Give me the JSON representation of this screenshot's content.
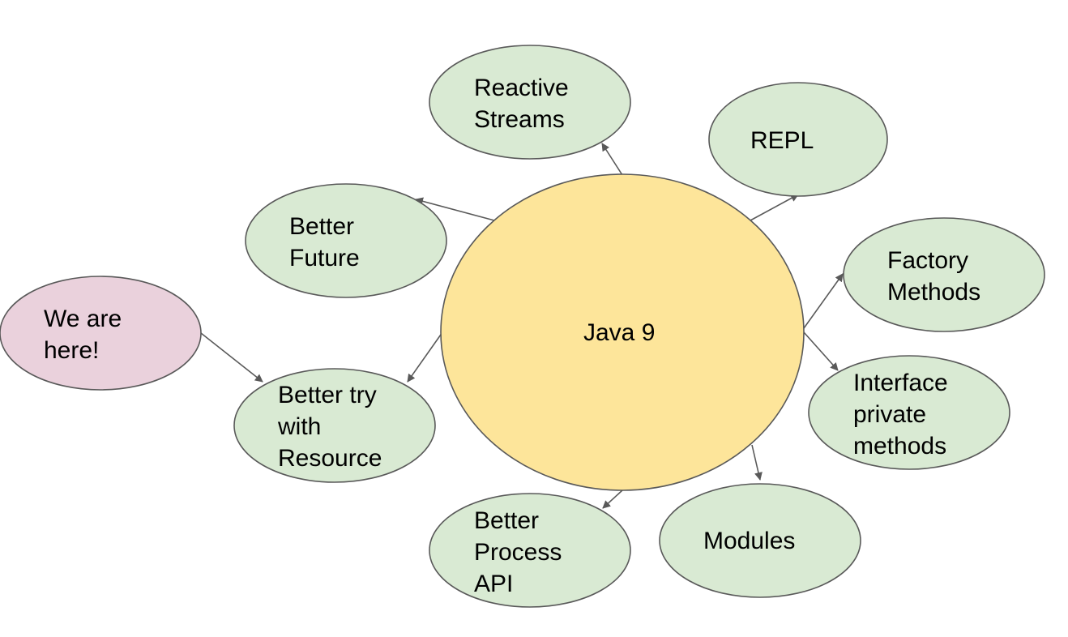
{
  "diagram": {
    "center": {
      "id": "java9",
      "lines": [
        "Java 9"
      ],
      "color": "#fde59a"
    },
    "nodes": [
      {
        "id": "reactive",
        "lines": [
          "Reactive",
          "Streams"
        ],
        "color": "#d9ead3"
      },
      {
        "id": "repl",
        "lines": [
          "REPL"
        ],
        "color": "#d9ead3"
      },
      {
        "id": "future",
        "lines": [
          "Better",
          "Future"
        ],
        "color": "#d9ead3"
      },
      {
        "id": "factory",
        "lines": [
          "Factory",
          "Methods"
        ],
        "color": "#d9ead3"
      },
      {
        "id": "here",
        "lines": [
          "We are",
          "here!"
        ],
        "color": "#ead1dc"
      },
      {
        "id": "trywith",
        "lines": [
          "Better try",
          "with",
          "Resource"
        ],
        "color": "#d9ead3"
      },
      {
        "id": "interface",
        "lines": [
          "Interface",
          "private",
          "methods"
        ],
        "color": "#d9ead3"
      },
      {
        "id": "process",
        "lines": [
          "Better",
          "Process",
          "API"
        ],
        "color": "#d9ead3"
      },
      {
        "id": "modules",
        "lines": [
          "Modules"
        ],
        "color": "#d9ead3"
      }
    ],
    "edges": [
      {
        "from": "java9",
        "to": "reactive"
      },
      {
        "from": "java9",
        "to": "repl"
      },
      {
        "from": "java9",
        "to": "future"
      },
      {
        "from": "java9",
        "to": "factory"
      },
      {
        "from": "java9",
        "to": "interface"
      },
      {
        "from": "java9",
        "to": "trywith"
      },
      {
        "from": "java9",
        "to": "process"
      },
      {
        "from": "java9",
        "to": "modules"
      },
      {
        "from": "here",
        "to": "trywith"
      }
    ],
    "stroke_color": "#595959"
  }
}
